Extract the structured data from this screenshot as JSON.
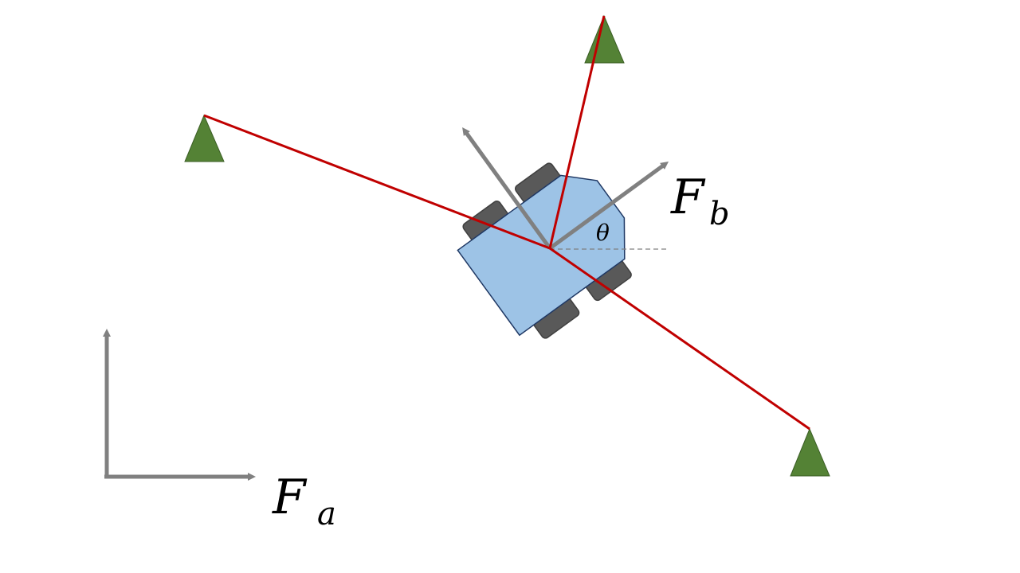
{
  "labels": {
    "frame_world_main": "F",
    "frame_world_sub": "a",
    "frame_body_main": "F",
    "frame_body_sub": "b",
    "heading_angle": "θ"
  },
  "colors": {
    "background": "#ffffff",
    "landmark_fill": "#548235",
    "landmark_stroke": "#3b5e25",
    "measurement_ray": "#c00000",
    "axis_arrow": "#808080",
    "robot_body_fill": "#9dc3e6",
    "robot_body_stroke": "#1f3864",
    "wheel_fill": "#595959",
    "wheel_stroke": "#404040",
    "reference_line": "#808080"
  },
  "icons": {
    "landmark": "triangle-landmark-icon",
    "robot": "wheeled-robot-icon"
  }
}
